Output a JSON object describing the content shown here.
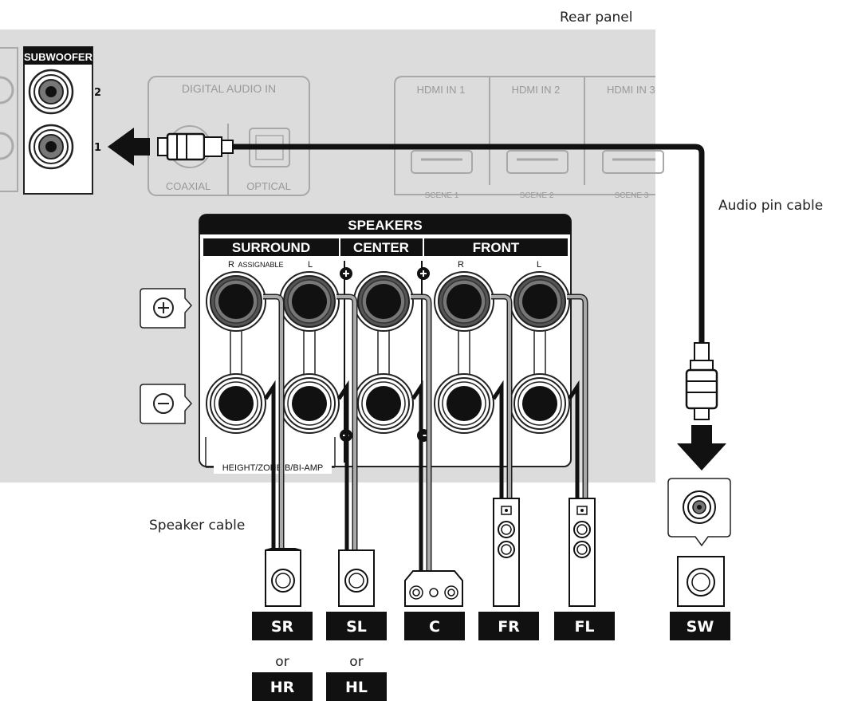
{
  "labels": {
    "rear_panel": "Rear panel",
    "audio_pin_cable": "Audio pin cable",
    "speaker_cable": "Speaker cable"
  },
  "panel": {
    "subwoofer": "SUBWOOFER",
    "sub_num_2": "2",
    "sub_num_1": "1",
    "digital_audio_in": "DIGITAL AUDIO IN",
    "coaxial": "COAXIAL",
    "optical": "OPTICAL",
    "hdmi_in_1": "HDMI IN 1",
    "hdmi_in_2": "HDMI IN 2",
    "hdmi_in_3": "HDMI IN 3",
    "scene_1": "SCENE 1",
    "scene_2": "SCENE 2",
    "scene_3": "SCENE 3",
    "speakers": "SPEAKERS",
    "surround": "SURROUND",
    "center": "CENTER",
    "front": "FRONT",
    "surround_r": "R",
    "assignable": "ASSIGNABLE",
    "surround_l": "L",
    "front_r": "R",
    "front_l": "L",
    "height_zone": "HEIGHT/ZONE B/BI-AMP"
  },
  "speakers": [
    {
      "tag": "SR",
      "alt_tag": "HR"
    },
    {
      "tag": "SL",
      "alt_tag": "HL"
    },
    {
      "tag": "C"
    },
    {
      "tag": "FR"
    },
    {
      "tag": "FL"
    },
    {
      "tag": "SW"
    }
  ],
  "or_text": "or"
}
